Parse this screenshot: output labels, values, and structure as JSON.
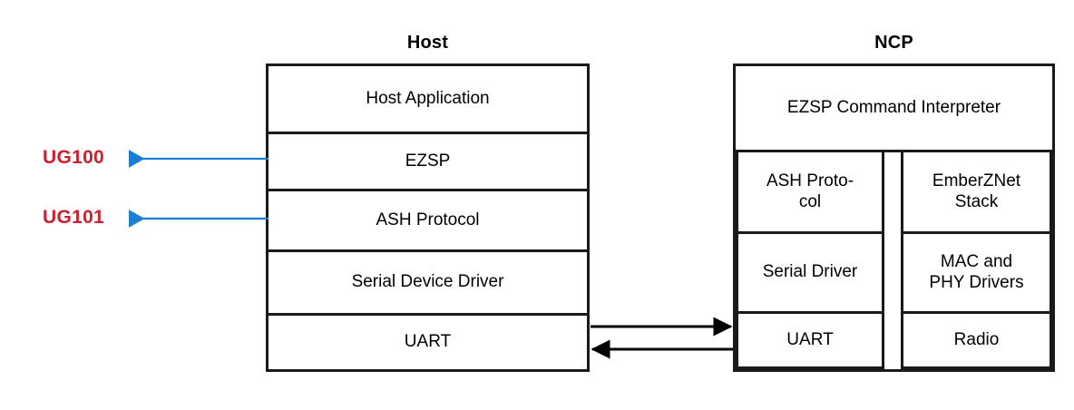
{
  "diagram": {
    "title": "EZSP / ASH Host-NCP protocol stack diagram",
    "colors": {
      "box_border": "#1a1a1a",
      "callout_text": "#cc1f2f",
      "callout_arrow": "#1a7fd4",
      "data_arrow": "#000000",
      "background": "#ffffff"
    }
  },
  "host": {
    "title": "Host",
    "layers": [
      {
        "label": "Host Application"
      },
      {
        "label": "EZSP"
      },
      {
        "label": "ASH Protocol"
      },
      {
        "label": "Serial Device Driver"
      },
      {
        "label": "UART"
      }
    ]
  },
  "ncp": {
    "title": "NCP",
    "top_layer": {
      "label": "EZSP Command Interpreter"
    },
    "left_column": [
      {
        "label": "ASH Proto-\ncol"
      },
      {
        "label": "Serial Driver"
      },
      {
        "label": "UART"
      }
    ],
    "right_column": [
      {
        "label": "EmberZNet\nStack"
      },
      {
        "label": "MAC and\nPHY Drivers"
      },
      {
        "label": "Radio"
      }
    ]
  },
  "callouts": [
    {
      "label": "UG100",
      "points_to": "EZSP",
      "arrow": "left-pointing"
    },
    {
      "label": "UG101",
      "points_to": "ASH Protocol",
      "arrow": "left-pointing"
    }
  ],
  "links": [
    {
      "from": "Host UART",
      "to": "NCP UART",
      "direction": "right"
    },
    {
      "from": "NCP UART",
      "to": "Host UART",
      "direction": "left"
    }
  ]
}
